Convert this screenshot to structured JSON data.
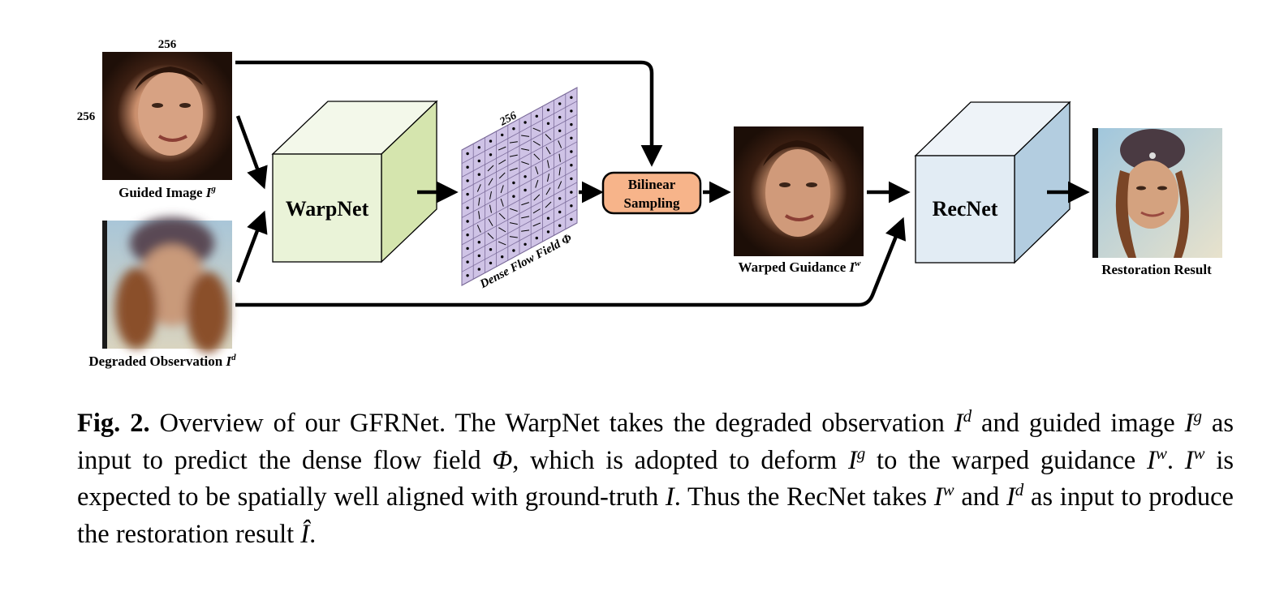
{
  "figure": {
    "dim_width": "256",
    "dim_height": "256",
    "flow_dim": "256",
    "guided_image_label": "Guided Image",
    "guided_image_sup": "g",
    "degraded_label": "Degraded Observation",
    "degraded_sup": "d",
    "warpnet_label": "WarpNet",
    "recnet_label": "RecNet",
    "flow_label": "Dense Flow Field",
    "flow_symbol": "Φ",
    "bilinear_line1": "Bilinear",
    "bilinear_line2": "Sampling",
    "warped_label": "Warped Guidance",
    "warped_sup": "w",
    "restoration_label": "Restoration Result",
    "symbol_I": "I",
    "colors": {
      "warpnet_front": "#eaf3d8",
      "warpnet_top": "#f3f8ea",
      "warpnet_side": "#d5e5ae",
      "recnet_front": "#e2ecf4",
      "recnet_top": "#eef3f8",
      "recnet_side": "#b3cde0",
      "flow_grid": "#cfc3e6",
      "bilinear_fill": "#f7b48a"
    }
  },
  "caption": {
    "fig_label": "Fig. 2.",
    "t1": " Overview of our GFRNet. The WarpNet takes the degraded observation ",
    "I": "I",
    "s_d": "d",
    "t2": " and guided image ",
    "s_g": "g",
    "t3": " as input to predict the dense flow field ",
    "phi": "Φ",
    "t4": ", which is adopted to deform ",
    "t5": " to the warped guidance ",
    "s_w": "w",
    "t6": ". ",
    "t7": " is expected to be spatially well aligned with ground-truth ",
    "t8": ". Thus the RecNet takes ",
    "t9": " and ",
    "t10": " as input to produce the restoration result ",
    "I_hat": "Î",
    "t11": "."
  }
}
